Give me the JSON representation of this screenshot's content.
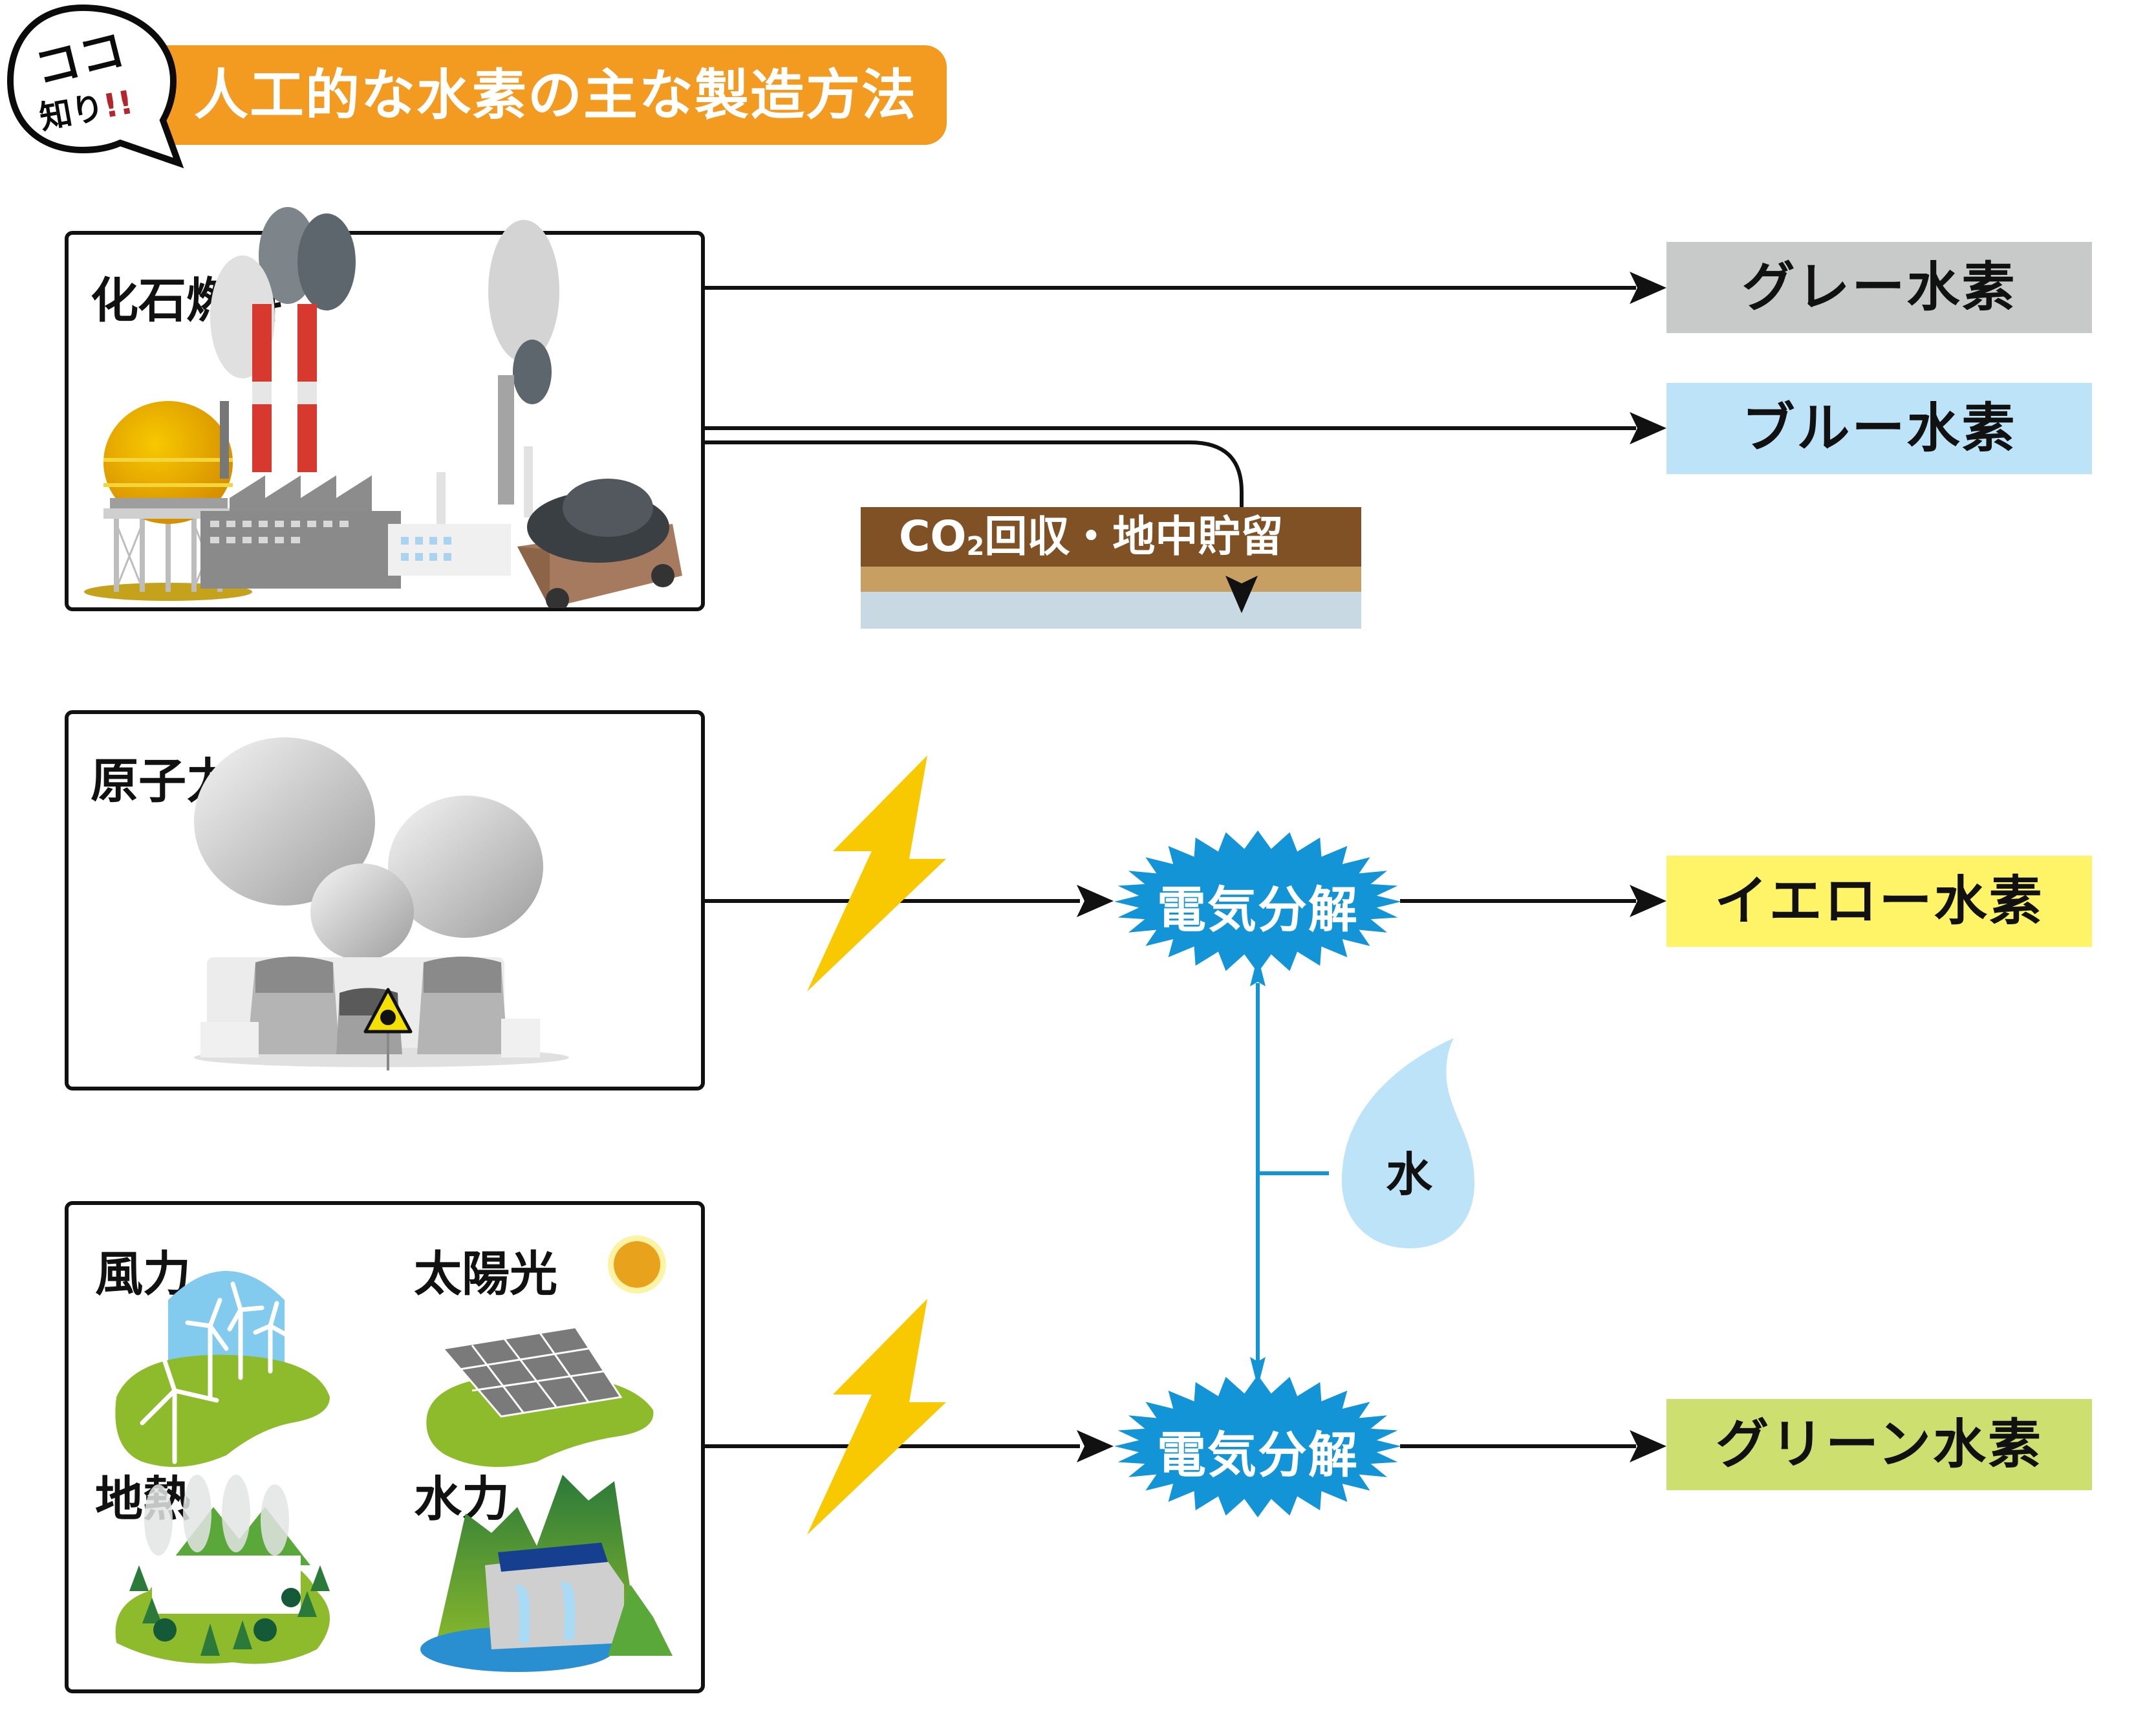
{
  "banner": {
    "badge_line1": "ココ",
    "badge_line2": "知り",
    "badge_exclaim": "!!",
    "title": "人工的な水素の主な製造方法"
  },
  "sources": {
    "fossil": {
      "label": "化石燃料",
      "illustrations": [
        "gas-tank-icon",
        "factory-smokestacks-icon",
        "coal-cart-icon"
      ]
    },
    "nuclear": {
      "label": "原子力",
      "illustrations": [
        "cooling-towers-icon",
        "radiation-warning-icon"
      ]
    },
    "renewables": {
      "items": [
        {
          "label": "風力",
          "icon": "wind-turbines-icon"
        },
        {
          "label": "太陽光",
          "icon": "solar-panel-icon"
        },
        {
          "label": "地熱",
          "icon": "geothermal-icon"
        },
        {
          "label": "水力",
          "icon": "hydro-dam-icon"
        }
      ]
    }
  },
  "process": {
    "ccs": {
      "label_prefix": "CO",
      "label_sub": "2",
      "label_suffix": "回収・地中貯留"
    },
    "electrolysis_label": "電気分解",
    "water_label": "水",
    "power_icon": "lightning-icon"
  },
  "results": {
    "grey": {
      "label": "グレー水素",
      "color": "#c8c9c9"
    },
    "blue": {
      "label": "ブルー水素",
      "color": "#bce3f7"
    },
    "yellow": {
      "label": "イエロー水素",
      "color": "#fff467"
    },
    "green": {
      "label": "グリーン水素",
      "color": "#cddf6f"
    }
  },
  "colors": {
    "banner": "#f39a21",
    "electrolysis": "#1394d6",
    "water": "#bce3f7",
    "lightning": "#f9c900",
    "arrow": "#111111"
  }
}
